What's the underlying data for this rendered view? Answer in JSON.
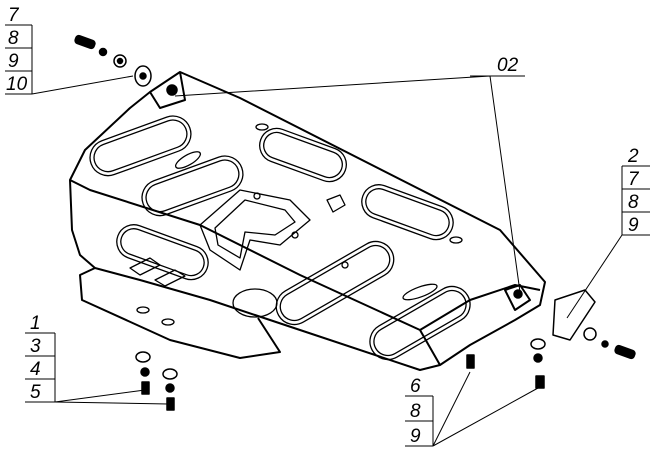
{
  "callouts": {
    "top_left": [
      "7",
      "8",
      "9",
      "10"
    ],
    "center": "02",
    "right": [
      "2",
      "7",
      "8",
      "9"
    ],
    "bottom_left": [
      "1",
      "3",
      "4",
      "5"
    ],
    "bottom": [
      "6",
      "8",
      "9"
    ]
  }
}
